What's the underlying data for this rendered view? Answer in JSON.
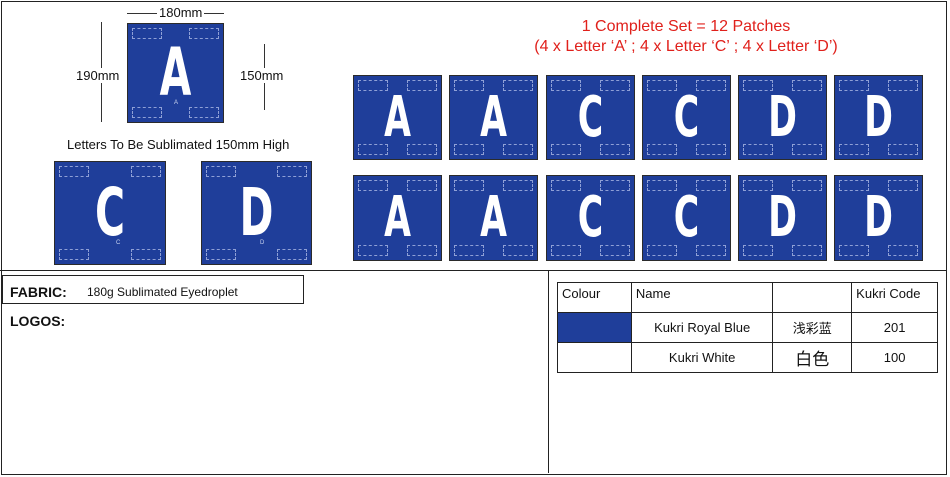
{
  "dimensions": {
    "width": "180mm",
    "height_outer": "190mm",
    "height_letter": "150mm"
  },
  "caption": "Letters To Be Sublimated 150mm High",
  "set_info": {
    "line1": "1 Complete Set = 12 Patches",
    "line2": "(4 x Letter ‘A’ ;   4 x Letter ‘C’ ;   4 x Letter ‘D’)"
  },
  "sample_patches": [
    {
      "letter": "A"
    },
    {
      "letter": "C"
    },
    {
      "letter": "D"
    }
  ],
  "patch_grid": [
    [
      "A",
      "A",
      "C",
      "C",
      "D",
      "D"
    ],
    [
      "A",
      "A",
      "C",
      "C",
      "D",
      "D"
    ]
  ],
  "fabric": {
    "label": "FABRIC:",
    "value": "180g Sublimated Eyedroplet"
  },
  "logos": {
    "label": "LOGOS:"
  },
  "colour_table": {
    "headers": [
      "Colour",
      "Name",
      "",
      "Kukri Code"
    ],
    "rows": [
      {
        "swatch": "#1f3e9a",
        "name": "Kukri Royal Blue",
        "chinese": "浅彩蓝",
        "code": "201"
      },
      {
        "swatch": "#ffffff",
        "name": "Kukri White",
        "chinese": "白色",
        "code": "100"
      }
    ]
  },
  "colors": {
    "patch_blue": "#1f3e9a",
    "title_red": "#e0201b"
  }
}
